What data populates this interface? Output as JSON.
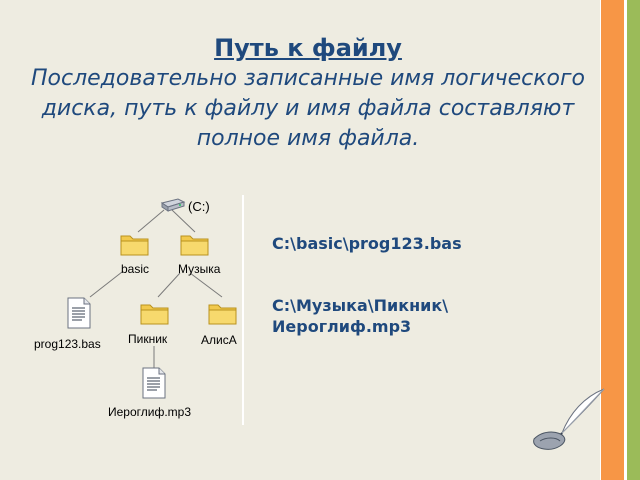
{
  "slide": {
    "title": "Путь к файлу ",
    "subtitle": "Последовательно записанные имя логического диска, путь к файлу и имя файла составляют полное имя файла."
  },
  "tree": {
    "drive": "(C:)",
    "folder_basic": "basic",
    "folder_music": "Музыка",
    "file_prog": "prog123.bas",
    "folder_piknik": "Пикник",
    "folder_alisa": "АлисА",
    "file_ieroglif": "Иероглиф.mp3"
  },
  "paths": {
    "path1": "C:\\basic\\prog123.bas",
    "path2_line1": "C:\\Музыка\\Пикник\\",
    "path2_line2": "Иероглиф.mp3"
  },
  "colors": {
    "background": "#eeece1",
    "text": "#1f497d",
    "stripe_orange": "#f79646",
    "stripe_green": "#9bbb59",
    "folder": "#f2c94c"
  },
  "icons": [
    "drive-icon",
    "folder-icon",
    "document-icon",
    "quill-pen-icon"
  ]
}
